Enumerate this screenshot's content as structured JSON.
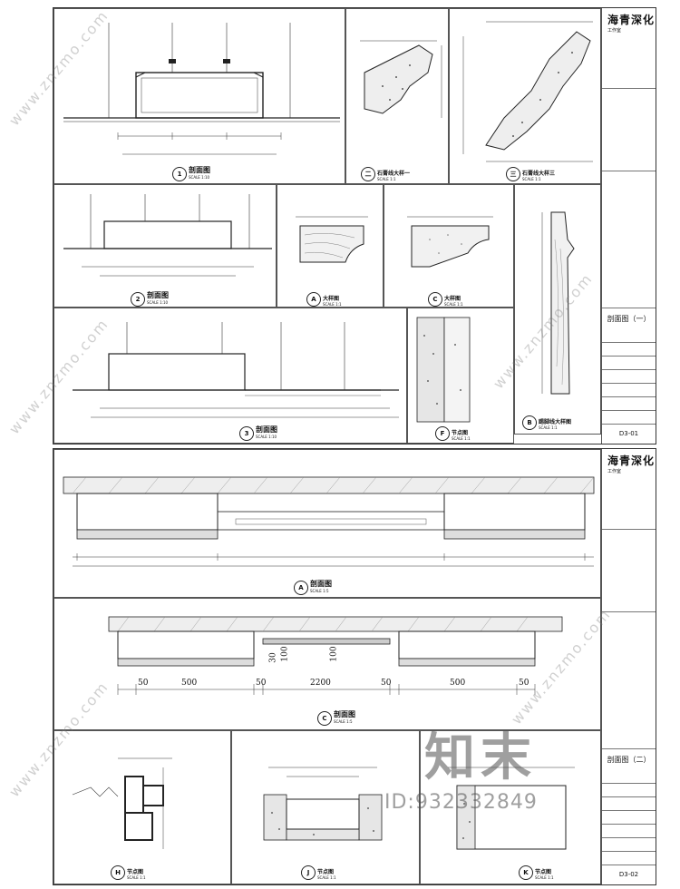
{
  "watermark": {
    "site": "www.znzmo.com",
    "brand": "知末",
    "id": "ID:932332849"
  },
  "title_block": {
    "studio": "海青深化",
    "studio_sub": "工作室"
  },
  "sheet1": {
    "sheet_title": "剖面图（一）",
    "sheet_no": "D3-01",
    "captions": {
      "s1": {
        "label": "剖面图",
        "scale": "SCALE 1:10",
        "badge": "1"
      },
      "s2": {
        "label": "石膏线大样一",
        "scale": "SCALE 1:1",
        "badge": "二"
      },
      "s3": {
        "label": "石膏线大样三",
        "scale": "SCALE 1:1",
        "badge": "三"
      },
      "s4": {
        "label": "剖面图",
        "scale": "SCALE 1:10",
        "badge": "2"
      },
      "sA": {
        "label": "大样图",
        "scale": "SCALE 1:1",
        "badge": "A"
      },
      "sC": {
        "label": "大样图",
        "scale": "SCALE 1:1",
        "badge": "C"
      },
      "sB": {
        "label": "踢脚线大样图",
        "scale": "SCALE 1:1",
        "badge": "B"
      },
      "s5": {
        "label": "剖面图",
        "scale": "SCALE 1:10",
        "badge": "3"
      },
      "sF": {
        "label": "节点图",
        "scale": "SCALE 1:1",
        "badge": "F"
      }
    }
  },
  "sheet2": {
    "sheet_title": "剖面图（二）",
    "sheet_no": "D3-02",
    "captions": {
      "sA": {
        "label": "剖面图",
        "scale": "SCALE 1:5",
        "badge": "A"
      },
      "sC": {
        "label": "剖面图",
        "scale": "SCALE 1:5",
        "badge": "C"
      },
      "sH": {
        "label": "节点图",
        "scale": "SCALE 1:1",
        "badge": "H"
      },
      "sJ": {
        "label": "节点图",
        "scale": "SCALE 1:1",
        "badge": "J"
      },
      "sK": {
        "label": "节点图",
        "scale": "SCALE 1:1",
        "badge": "K"
      }
    },
    "dims": [
      "50",
      "500",
      "50",
      "2200",
      "50",
      "500",
      "50",
      "30",
      "100",
      "100"
    ]
  }
}
